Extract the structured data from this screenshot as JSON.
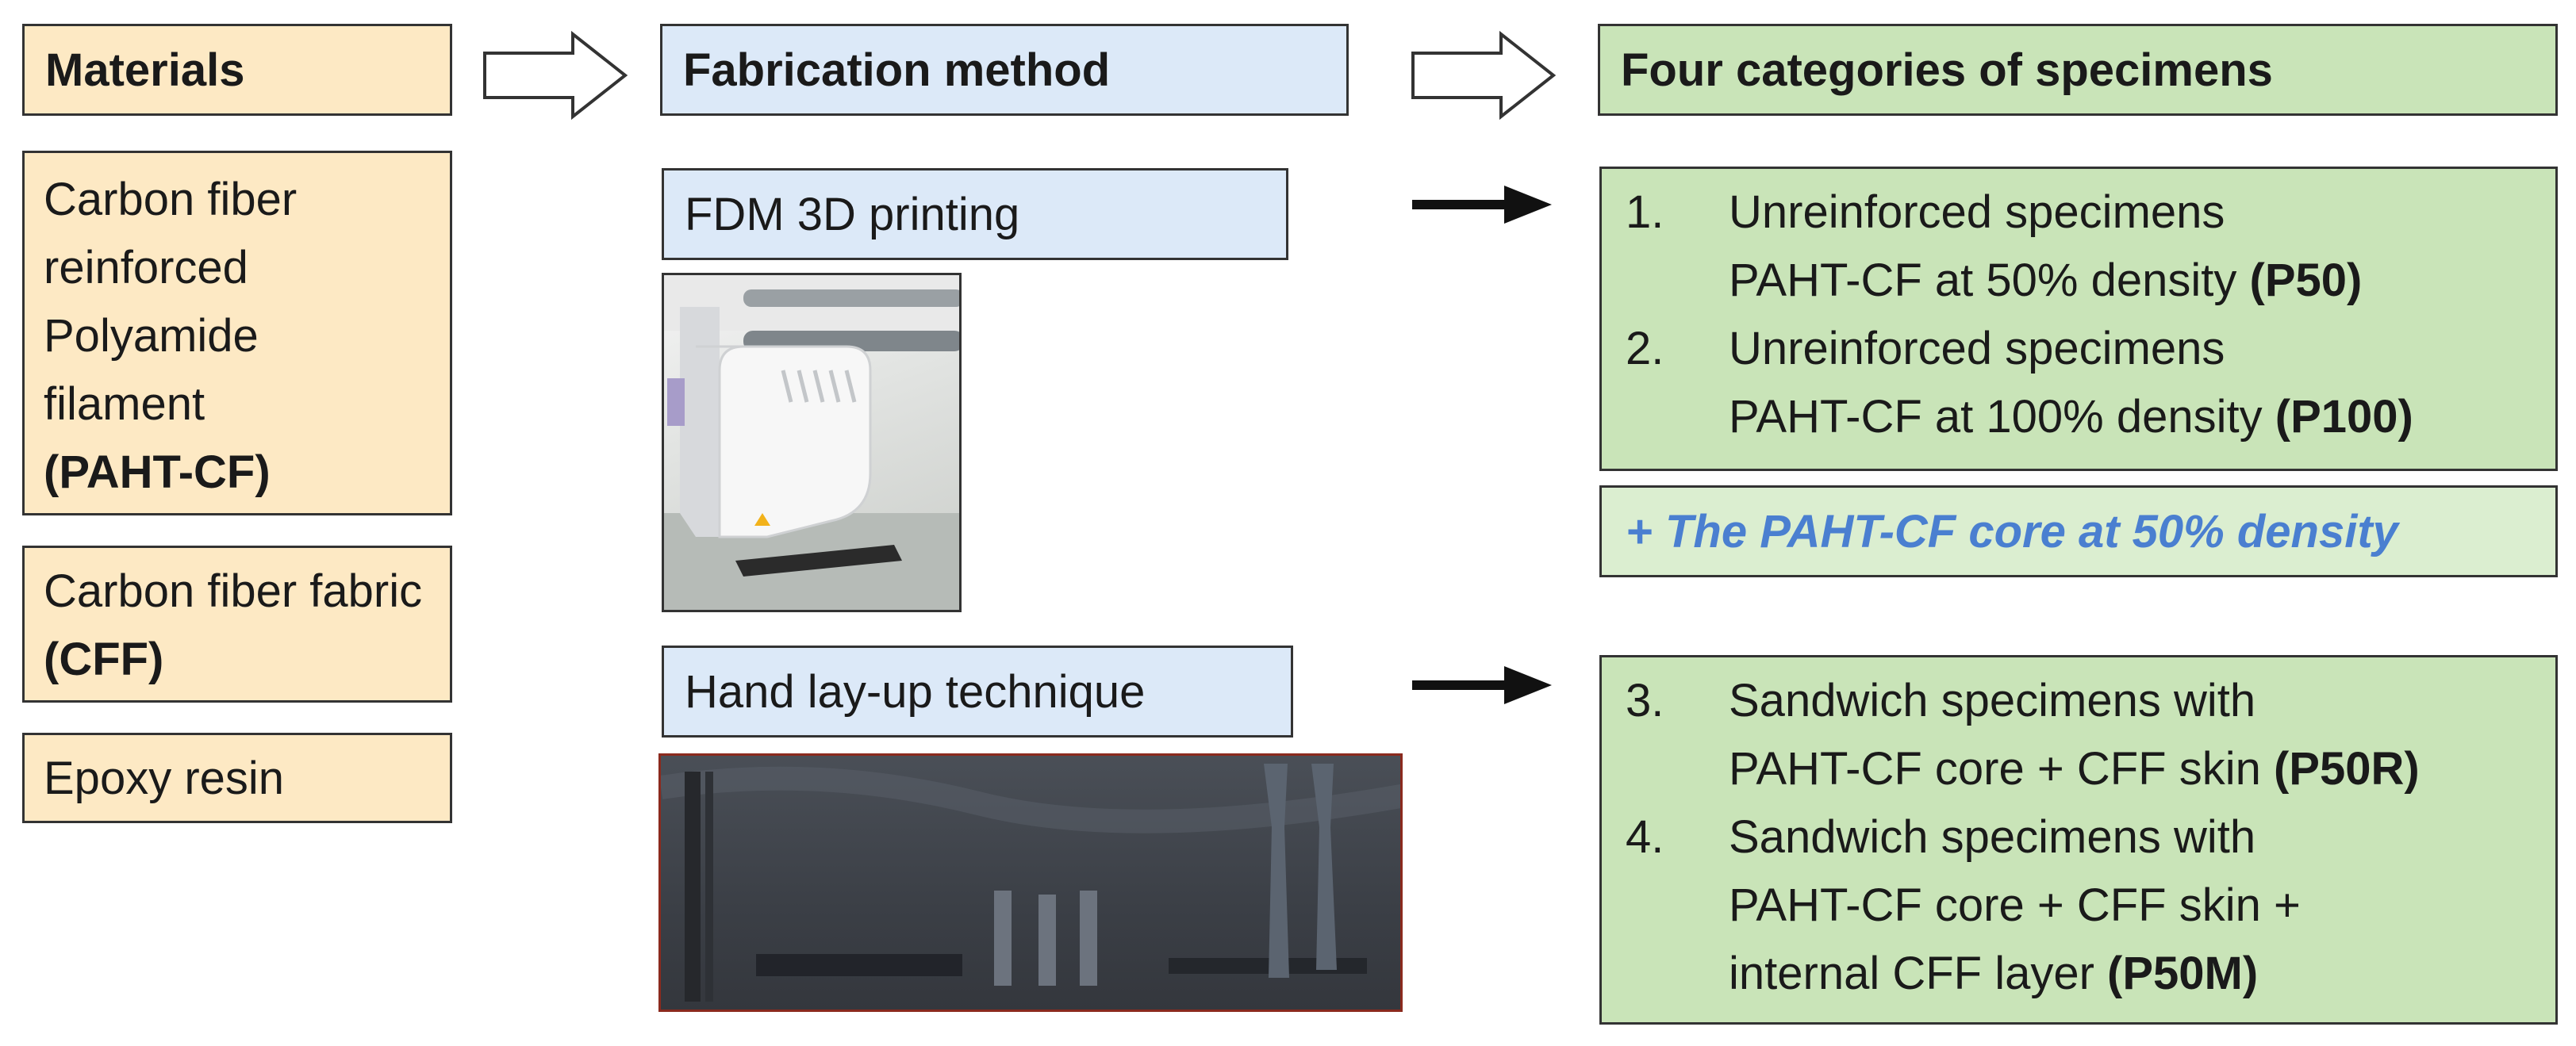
{
  "materials": {
    "header": "Materials",
    "item1": {
      "text": "Carbon fiber reinforced Polyamide filament",
      "bold": "(PAHT-CF)"
    },
    "item2": {
      "text": "Carbon fiber fabric",
      "bold": "(CFF)"
    },
    "item3": {
      "text": "Epoxy resin"
    }
  },
  "fabrication": {
    "header": "Fabrication method",
    "method1": "FDM 3D printing",
    "method2": "Hand lay-up technique"
  },
  "categories": {
    "header": "Four categories of specimens",
    "group1": [
      {
        "num": "1.",
        "line1": "Unreinforced specimens",
        "line2": "PAHT-CF at 50% density",
        "code": "(P50)"
      },
      {
        "num": "2.",
        "line1": "Unreinforced specimens",
        "line2": "PAHT-CF at 100% density",
        "code": "(P100)"
      }
    ],
    "note": "+ The PAHT-CF core at 50% density",
    "group2": [
      {
        "num": "3.",
        "line1": "Sandwich specimens with",
        "line2": "PAHT-CF core  + CFF skin",
        "code": "(P50R)"
      },
      {
        "num": "4.",
        "line1": "Sandwich specimens with",
        "line2": "PAHT-CF core  + CFF skin +",
        "line3": "internal CFF layer",
        "code": "(P50M)"
      }
    ]
  },
  "colors": {
    "materials_fill": "#fde9c4",
    "fabrication_fill": "#dce9f8",
    "categories_fill": "#c9e4b8",
    "note_text": "#4a7fd0"
  },
  "icons": [
    "outline-arrow-icon",
    "solid-arrow-icon",
    "printer-photo",
    "specimens-photo"
  ]
}
